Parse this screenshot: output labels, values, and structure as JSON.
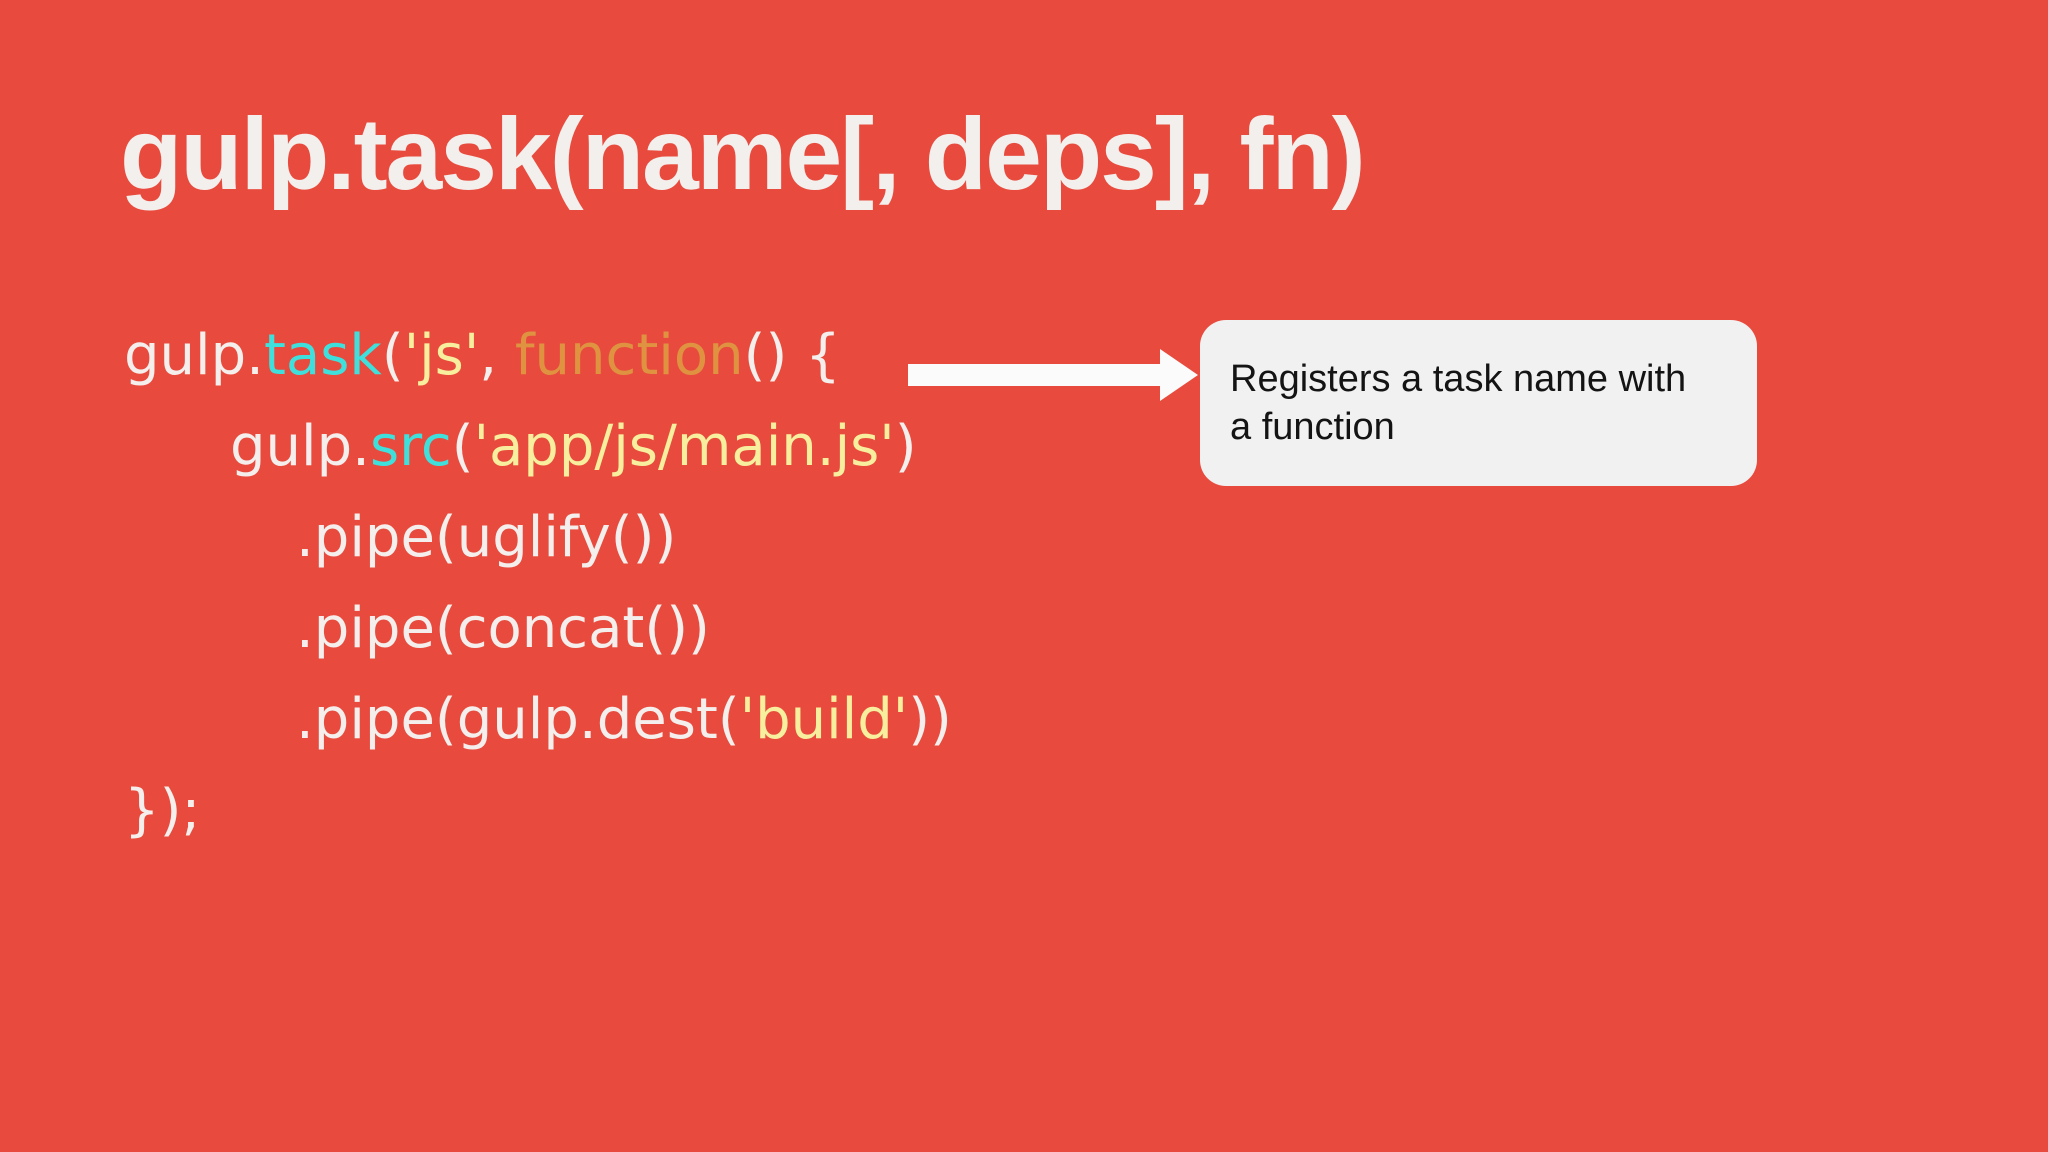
{
  "slide": {
    "title": "gulp.task(name[, deps], fn)",
    "code": {
      "lines": [
        {
          "indent": 0,
          "tokens": [
            {
              "t": "gulp.",
              "c": "plain"
            },
            {
              "t": "task",
              "c": "method"
            },
            {
              "t": "(",
              "c": "plain"
            },
            {
              "t": "'js'",
              "c": "string"
            },
            {
              "t": ", ",
              "c": "plain"
            },
            {
              "t": "function",
              "c": "keyword"
            },
            {
              "t": "() {",
              "c": "plain"
            }
          ]
        },
        {
          "indent": 1,
          "tokens": [
            {
              "t": "gulp.",
              "c": "plain"
            },
            {
              "t": "src",
              "c": "method"
            },
            {
              "t": "(",
              "c": "plain"
            },
            {
              "t": "'app/js/main.js'",
              "c": "string"
            },
            {
              "t": ")",
              "c": "plain"
            }
          ]
        },
        {
          "indent": 2,
          "tokens": [
            {
              "t": ".pipe(uglify())",
              "c": "plain"
            }
          ]
        },
        {
          "indent": 2,
          "tokens": [
            {
              "t": ".pipe(concat())",
              "c": "plain"
            }
          ]
        },
        {
          "indent": 2,
          "tokens": [
            {
              "t": ".pipe(gulp.dest(",
              "c": "plain"
            },
            {
              "t": "'build'",
              "c": "string"
            },
            {
              "t": "))",
              "c": "plain"
            }
          ]
        },
        {
          "indent": 0,
          "tokens": [
            {
              "t": "});",
              "c": "plain"
            }
          ]
        }
      ]
    },
    "callout": {
      "lines": [
        "Registers a task name with",
        "a function"
      ]
    },
    "colors": {
      "background": "#e84b3e",
      "title": "#f3efec",
      "code_plain": "#f4efec",
      "code_method": "#3fdfdc",
      "code_string": "#f7ef9d",
      "code_keyword": "#df9240",
      "arrow": "#fbfbfb",
      "callout_bg": "#f2f1f2",
      "callout_text": "#141414"
    }
  }
}
